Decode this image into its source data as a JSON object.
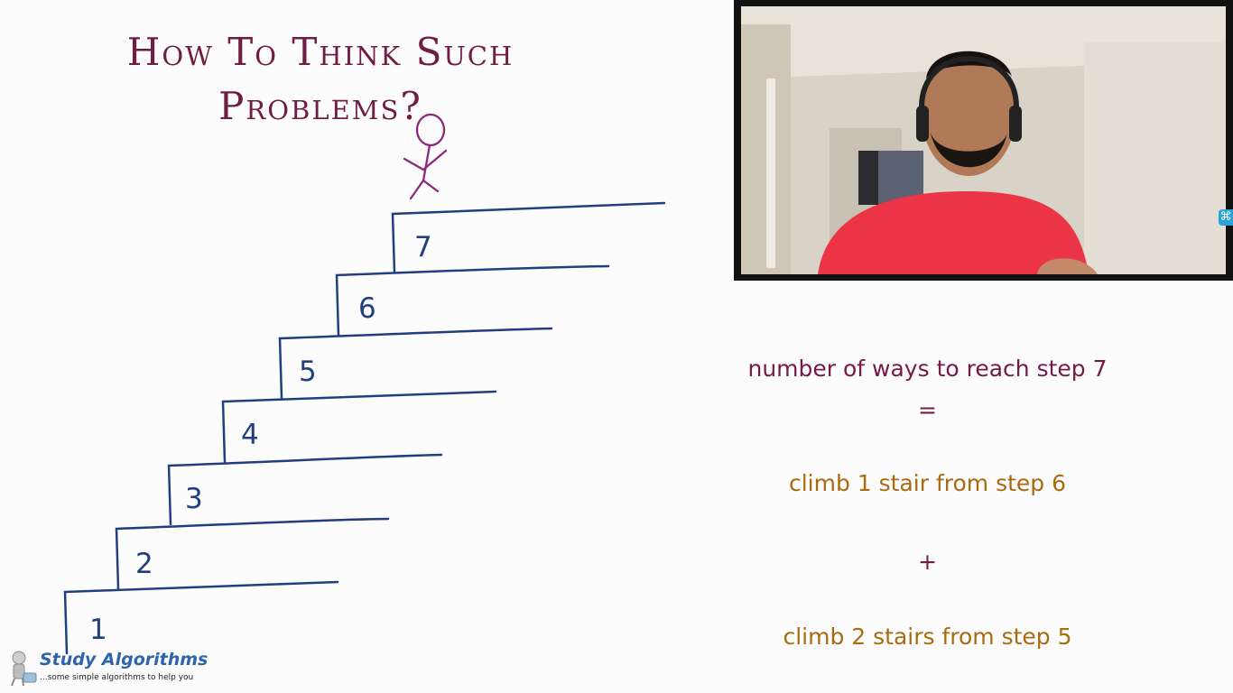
{
  "slide": {
    "title_line1": "How To Think Such",
    "title_line2": "Problems?",
    "steps": [
      "1",
      "2",
      "3",
      "4",
      "5",
      "6",
      "7"
    ]
  },
  "formula": {
    "lhs": "number of ways to reach step 7",
    "equals": "=",
    "term1": "climb 1 stair from step 6",
    "plus": "+",
    "term2": "climb 2 stairs from step 5"
  },
  "logo": {
    "name": "Study Algorithms",
    "tagline": "...some simple algorithms to help you"
  },
  "colors": {
    "title": "#6f1d44",
    "stairs": "#213f7e",
    "figure": "#8a2a7e",
    "formula_purple": "#751a49",
    "formula_orange": "#aa6a10",
    "brand": "#2d65a8"
  },
  "icons": {
    "figure": "stick-figure-icon",
    "logo": "mascot-icon",
    "overlay": "command-icon"
  }
}
